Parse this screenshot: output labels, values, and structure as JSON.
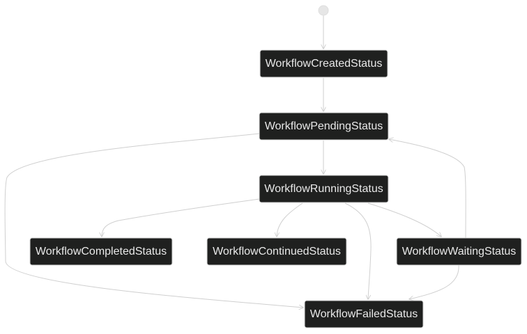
{
  "diagram": {
    "type": "state",
    "start": "start",
    "states": [
      {
        "id": "created",
        "label": "WorkflowCreatedStatus"
      },
      {
        "id": "pending",
        "label": "WorkflowPendingStatus"
      },
      {
        "id": "running",
        "label": "WorkflowRunningStatus"
      },
      {
        "id": "completed",
        "label": "WorkflowCompletedStatus"
      },
      {
        "id": "continued",
        "label": "WorkflowContinuedStatus"
      },
      {
        "id": "waiting",
        "label": "WorkflowWaitingStatus"
      },
      {
        "id": "failed",
        "label": "WorkflowFailedStatus"
      }
    ],
    "transitions": [
      {
        "from": "start",
        "to": "created"
      },
      {
        "from": "created",
        "to": "pending"
      },
      {
        "from": "pending",
        "to": "running"
      },
      {
        "from": "pending",
        "to": "failed"
      },
      {
        "from": "running",
        "to": "completed"
      },
      {
        "from": "running",
        "to": "continued"
      },
      {
        "from": "running",
        "to": "waiting"
      },
      {
        "from": "running",
        "to": "failed"
      },
      {
        "from": "waiting",
        "to": "pending"
      },
      {
        "from": "waiting",
        "to": "failed"
      }
    ],
    "colors": {
      "node_fill": "#1f201f",
      "node_border": "#d7d7d7",
      "node_text": "#e8e8e8",
      "edge": "#cfcfcf",
      "background": "#ffffff"
    }
  }
}
